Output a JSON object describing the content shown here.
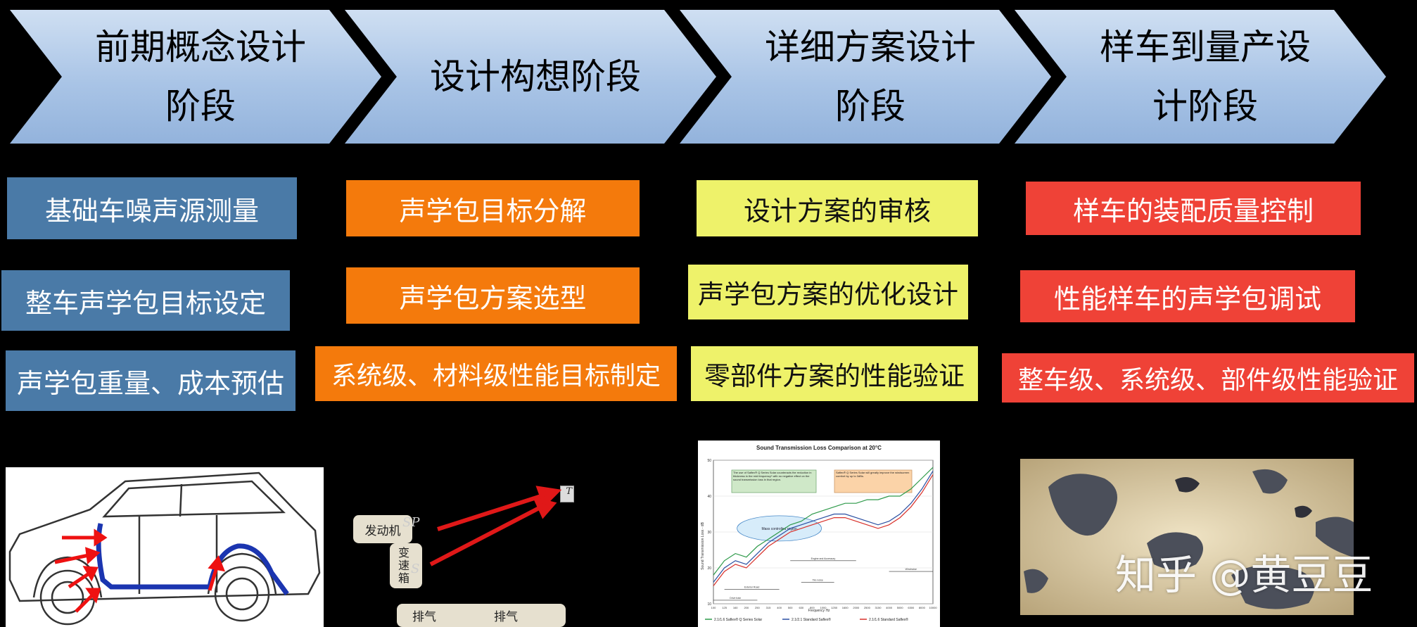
{
  "stages": [
    {
      "line1": "前期概念设计",
      "line2": "阶段"
    },
    {
      "line1": "设计构想阶段",
      "line2": ""
    },
    {
      "line1": "详细方案设计",
      "line2": "阶段"
    },
    {
      "line1": "样车到量产设",
      "line2": "计阶段"
    }
  ],
  "tasks": {
    "stage1": [
      "基础车噪声源测量",
      "整车声学包目标设定",
      "声学包重量、成本预估"
    ],
    "stage2": [
      "声学包目标分解",
      "声学包方案选型",
      "系统级、材料级性能目标制定"
    ],
    "stage3": [
      "设计方案的审核",
      "声学包方案的优化设计",
      "零部件方案的性能验证"
    ],
    "stage4": [
      "样车的装配质量控制",
      "性能样车的声学包调试",
      "整车级、系统级、部件级性能验证"
    ]
  },
  "diagram": {
    "engine": "发动机",
    "gearbox": "变速箱",
    "exhaust1": "排气",
    "exhaust2": "排气",
    "sp1": "SP",
    "sp2": "S",
    "target": "T"
  },
  "chart_data": {
    "type": "line",
    "title": "Sound Transmission Loss Comparison at 20°C",
    "xlabel": "Frequency Hz",
    "ylabel": "Sound Transmission Loss - dB",
    "annotation_left": "The use of Saflex® Q Series Solar counteracts the reduction in thickness in the mid frequency* with no negative effect on the sound transmission loss in that region.",
    "annotation_right": "Saflex® Q Series Solar will greatly improve the windscreen comfort by up to 3dBs.",
    "region_label": "Mass controlled region",
    "ranges": [
      "Engine and Accessory",
      "Windnoise",
      "Tire noise",
      "Exterior Road",
      "Drive train"
    ],
    "x": [
      "100",
      "125",
      "160",
      "200",
      "250",
      "315",
      "400",
      "500",
      "630",
      "800",
      "1000",
      "1250",
      "1600",
      "2000",
      "2500",
      "3150",
      "4000",
      "5000",
      "6300",
      "8000",
      "10000"
    ],
    "ylim": [
      10,
      50
    ],
    "series": [
      {
        "name": "2.1/1.6 Saflex® Q Series Solar",
        "color": "#2e9a4a",
        "values": [
          18,
          22,
          24,
          23,
          26,
          28,
          30,
          32,
          33,
          35,
          36,
          37,
          38,
          38,
          39,
          39,
          40,
          40,
          42,
          45,
          48
        ]
      },
      {
        "name": "2.1/2.1 Standard Saflex®",
        "color": "#2a4fa2",
        "values": [
          16,
          20,
          22,
          21,
          24,
          27,
          29,
          31,
          32,
          33,
          34,
          35,
          35,
          34,
          33,
          32,
          33,
          35,
          38,
          42,
          47
        ]
      },
      {
        "name": "2.1/1.6 Standard Saflex®",
        "color": "#d8302a",
        "values": [
          15,
          19,
          21,
          20,
          23,
          26,
          28,
          30,
          31,
          32,
          33,
          34,
          34,
          33,
          32,
          31,
          32,
          34,
          37,
          41,
          46
        ]
      }
    ]
  },
  "watermark": "知乎 @黄豆豆",
  "colors": {
    "chevron": "#a9c4e6",
    "blue": "#4a7aa7",
    "orange": "#f47a0c",
    "yellow": "#eef26a",
    "red": "#ef4237"
  }
}
